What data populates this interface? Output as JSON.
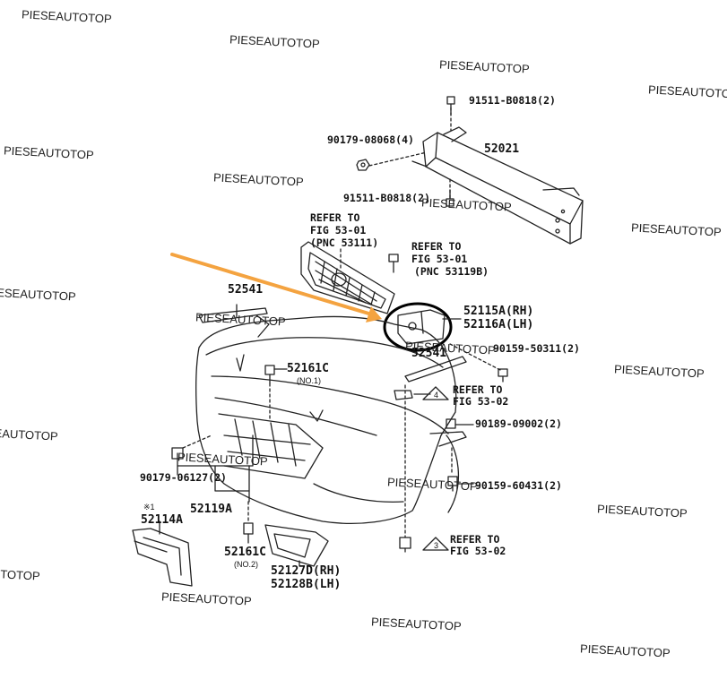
{
  "watermark": "PIESEAUTOTOP",
  "callouts": {
    "bolt_top": "91511-B0818(2)",
    "reinforcement": "52021",
    "nut_left": "90179-08068(4)",
    "bolt_lower": "91511-B0818(2)",
    "grille_ref_1": "REFER TO",
    "grille_ref_2": "FIG 53-01",
    "grille_ref_3": "(PNC 53111)",
    "clip_ref_1": "REFER TO",
    "clip_ref_2": "FIG 53-01",
    "clip_ref_3": "(PNC 53119B)",
    "bracket_rh": "52115A(RH)",
    "bracket_lh": "52116A(LH)",
    "bolt_bracket": "90159-50311(2)",
    "strip_upper": "52541",
    "strip_right": "52541",
    "retainer": "52161C",
    "retainer_no1": "(NO.1)",
    "ref_fig_a_1": "REFER TO",
    "ref_fig_a_2": "FIG 53-02",
    "clip_right": "90189-09002(2)",
    "nut_bottom_left": "90179-06127(2)",
    "lower_grille": "52119A",
    "bolt_bottom": "90159-60431(2)",
    "plate_mark": "※1",
    "plate": "52114A",
    "retainer_2": "52161C",
    "retainer_no2": "(NO.2)",
    "cover_rh": "52127D(RH)",
    "cover_lh": "52128B(LH)",
    "ref_fig_b_1": "REFER TO",
    "ref_fig_b_2": "FIG 53-02"
  },
  "triangle_marks": [
    "4",
    "3"
  ],
  "colors": {
    "arrow": "#f4a340",
    "line": "#222222",
    "highlight": "#000000"
  }
}
